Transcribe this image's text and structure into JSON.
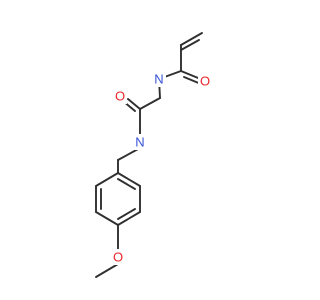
{
  "molecule": {
    "atoms": {
      "N1": {
        "label": "N",
        "color": "#3653d8"
      },
      "O1": {
        "label": "O",
        "color": "#e8262b"
      },
      "O2": {
        "label": "O",
        "color": "#e8262b"
      },
      "N2": {
        "label": "N",
        "color": "#3653d8"
      },
      "O3": {
        "label": "O",
        "color": "#e8262b"
      }
    },
    "bond_color": "#2f2f2f"
  }
}
